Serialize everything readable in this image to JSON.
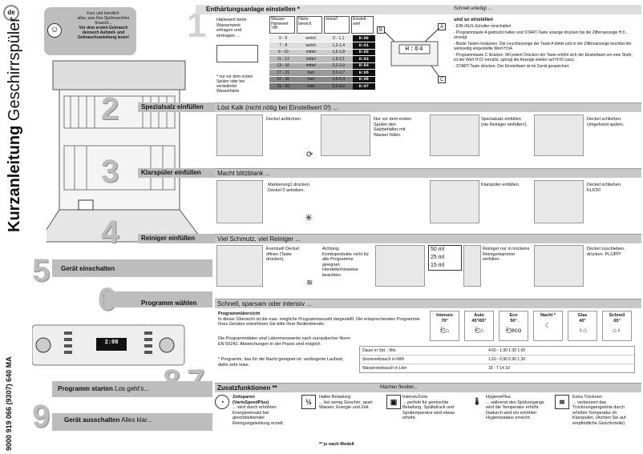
{
  "lang_badge": "de",
  "side_title_bold": "Kurzanleitung",
  "side_title_rest": " Geschirrspüler",
  "side_code": "9000 919 066 (9307) 640 MA",
  "tip": {
    "line1": "Kurz und handlich:",
    "line2": "alles, was Ihre Spülmaschine",
    "line3": "braucht...",
    "line4": "Vor dem ersten Gebrauch",
    "line5": "dennoch Aufstell- und",
    "line6": "Gebrauchsanleitung lesen!"
  },
  "steps": {
    "n1": "1",
    "n2": "2",
    "n3": "3",
    "n4": "4",
    "n5": "5",
    "n6": "6",
    "n7": "7",
    "n8": "8",
    "n9": "9"
  },
  "s1": {
    "title": "Enthärtungsanlage einstellen *",
    "note_right": "Schnell erledigt ...",
    "intro": "Härtewert beim Wasserwerk erfragen und eintragen ...",
    "col1": "Wasser-Härtewert °dH",
    "col2": "Härte-bereich",
    "col3": "mmol/l",
    "col4": "Einstell-wert",
    "rows": [
      [
        "0 - 6",
        "weich",
        "0 - 1,1",
        "H:00"
      ],
      [
        "7 - 8",
        "weich",
        "1,2-1,4",
        "H:01"
      ],
      [
        "9 - 10",
        "mittel",
        "1,5-1,8",
        "H:02"
      ],
      [
        "11 - 12",
        "mittel",
        "1,9-2,1",
        "H:03"
      ],
      [
        "13 - 16",
        "mittel",
        "2,2-2,9",
        "H:04"
      ],
      [
        "17 - 21",
        "hart",
        "3,0-3,7",
        "H:05"
      ],
      [
        "22 - 30",
        "hart",
        "3,8-5,4",
        "H:06"
      ],
      [
        "31 - 50",
        "hart",
        "5,5-8,9",
        "H:07"
      ]
    ],
    "footnote": "* nur vor dem ersten Spülen oder bei veränderter Wasserhärte",
    "display": "H:04",
    "lbl_a": "A",
    "lbl_b": "B",
    "lbl_c": "C",
    "how_title": "und so einstellen",
    "how": [
      "- EIN-/AUS-Schalter einschalten",
      "- Programmtaste A gedrückt halten und START-Taste solange drücken bis die Ziffernanzeige H:0... anzeigt.",
      "- Beide Tasten loslassen. Die Leuchtanzeige der Taste A blinkt und in der Ziffernanzeige leuchtet der werkseitig eingestellte Wert H:04.",
      "- Programmtaste C drücken. Mit jedem Drücken der Taste erhöht sich der Einstellwert um eine Stufe; ist der Wert H:07 erreicht, springt die Anzeige wieder auf H:00 (aus).",
      "- START-Taste drücken. Der Einstellwert ist im Gerät gespeichert."
    ]
  },
  "s2": {
    "title": "Spezialsalz einfüllen",
    "sub": "Löst Kalk (nicht nötig bei Einstellwert 0!) ...",
    "c1": "Deckel aufdrehen.",
    "c2": "Nur vor dem ersten Spülen den Salzbehälter mit Wasser füllen.",
    "c3": "Spezialsalz einfüllen (nie Reiniger einfüllen!).",
    "c4": "Deckel schließen. Umgehend spülen."
  },
  "s3": {
    "title": "Klarspüler einfüllen",
    "sub": "Macht blitzblank ...",
    "c1": "Markierung1 drücken, Deckel 2 anheben.",
    "c2": "Klarspüler einfüllen.",
    "c3": "Deckel schließen. KLICK!"
  },
  "s4": {
    "title": "Reiniger einfüllen",
    "sub": "Viel Schmutz, viel Reiniger ...",
    "c1": "Eventuell Deckel öffnen (Taste drücken).",
    "c2": "Achtung, Kombiprodukte nicht für alle Programme geeignet, Herstellerhinweise beachten.",
    "ml1": "50 ml",
    "ml2": "25 ml",
    "ml3": "15 ml",
    "c3": "Reiniger nur in trockene Reinigerkammer einfüllen.",
    "c4": "Deckel zuschieben, drücken. PLOPP!"
  },
  "s5": {
    "title": "Gerät einschalten"
  },
  "s6": {
    "title": "Programm wählen",
    "sub": "Schnell, sparsam oder intensiv ...",
    "ov_title": "Programmübersicht",
    "ov_text": "In dieser Übersicht ist die max. mögliche Programmanzahl dargestellt. Die entsprechenden Programme Ihres Gerätes entnehmen Sie bitte Ihrer Bedienblende.",
    "norm": "Die Programmdaten sind Labormesswerte nach europäischer Norm EN 50242. Abweichungen in der Praxis sind möglich.",
    "star": "* Programm, das für die Nacht geeignet ist: verlängerte Laufzeit, dafür sehr leise.",
    "programs": [
      {
        "name": "Intensiv",
        "temp": "70°"
      },
      {
        "name": "Auto",
        "temp": "45°/65°"
      },
      {
        "name": "Eco",
        "temp": "50°"
      },
      {
        "name": "Nacht *",
        "temp": ""
      },
      {
        "name": "Glas",
        "temp": "40°"
      },
      {
        "name": "Schnell",
        "temp": "65°"
      }
    ],
    "r1l": "Dauer in Std. : Min.",
    "r1v": "4:00 - 1:30 1:30 1:00",
    "r2l": "Stromverbrauch in kWh",
    "r2v": "1,60 - 0,90 0,90 1,30",
    "r3l": "Wasserverbrauch in Liter",
    "r3v": "18 - 7 14 10",
    "panel_display": "2:08"
  },
  "s7": {
    "title": "Programm starten",
    "sub": "Los geht's..."
  },
  "s8": {
    "title": "Zusatzfunktionen **",
    "note": "Machen flexibel...",
    "f1t": "Zeitsparen (VarioSpeedPlus)",
    "f1": "... wird durch erhöhten Energieeinsatz bei gleichbleibender Reinigungsleistung erzielt.",
    "f2t": "Halbe Beladung",
    "f2": "... bei wenig Geschirr, spart Wasser, Energie und Zeit.",
    "f3t": "IntensivZone",
    "f3": "... perfekt für gemischte Beladung. Spülkdruck und Spültemperatur wird etwas erhöht.",
    "f4t": "HygienePlus",
    "f4": "... während des Spülvorgangs wird die Temperatur erhöht. Dadurch wird ein erhöhter Hygienestatus erreicht.",
    "f5t": "Extra Trocknen",
    "f5": "... verbessert das Trocknungsergebnis durch erhöhte Temperatur im Klarspülen. (Achten Sie auf empfindliche Geschirrteile).",
    "footer": "** je nach Modell"
  },
  "s9": {
    "title": "Gerät ausschalten",
    "sub": "Alles klar..."
  }
}
